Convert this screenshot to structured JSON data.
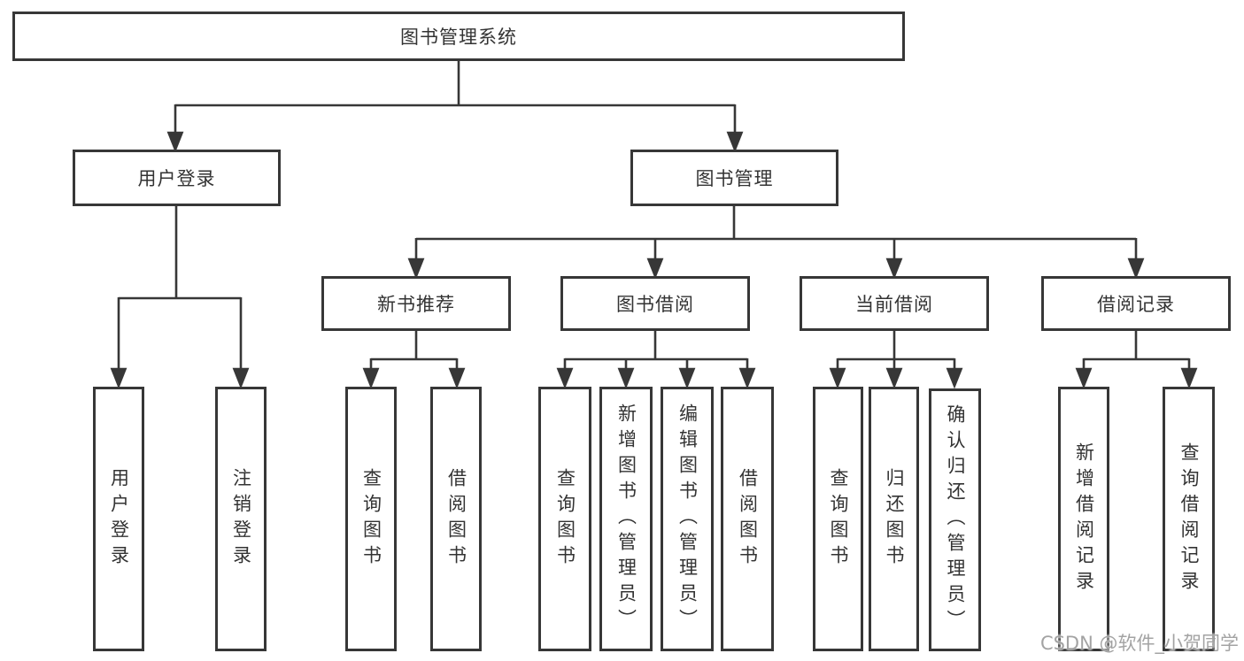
{
  "diagram_title": "图书管理系统",
  "watermark": "CSDN @软件_小贺同学",
  "colors": {
    "line": "#373737",
    "box_border": "#373737",
    "box_fill": "#ffffff",
    "text": "#333333",
    "watermark": "#9e9e9e"
  },
  "nodes": {
    "root": "图书管理系统",
    "user_login": "用户登录",
    "book_mgmt": "图书管理",
    "new_book_rec": "新书推荐",
    "book_borrow": "图书借阅",
    "current_borrow": "当前借阅",
    "borrow_record": "借阅记录",
    "user_login_leaf": "用户登录",
    "logout_leaf": "注销登录",
    "nbr_query": "查询图书",
    "nbr_borrow": "借阅图书",
    "bb_query": "查询图书",
    "bb_add": "新增图书（管理员）",
    "bb_edit": "编辑图书（管理员）",
    "bb_borrow": "借阅图书",
    "cb_query": "查询图书",
    "cb_return": "归还图书",
    "cb_confirm": "确认归还（管理员）",
    "br_add": "新增借阅记录",
    "br_query": "查询借阅记录"
  },
  "hierarchy": {
    "root": "图书管理系统",
    "children": [
      {
        "label": "用户登录",
        "children": [
          "用户登录",
          "注销登录"
        ]
      },
      {
        "label": "图书管理",
        "children": [
          {
            "label": "新书推荐",
            "children": [
              "查询图书",
              "借阅图书"
            ]
          },
          {
            "label": "图书借阅",
            "children": [
              "查询图书",
              "新增图书（管理员）",
              "编辑图书（管理员）",
              "借阅图书"
            ]
          },
          {
            "label": "当前借阅",
            "children": [
              "查询图书",
              "归还图书",
              "确认归还（管理员）"
            ]
          },
          {
            "label": "借阅记录",
            "children": [
              "新增借阅记录",
              "查询借阅记录"
            ]
          }
        ]
      }
    ]
  }
}
